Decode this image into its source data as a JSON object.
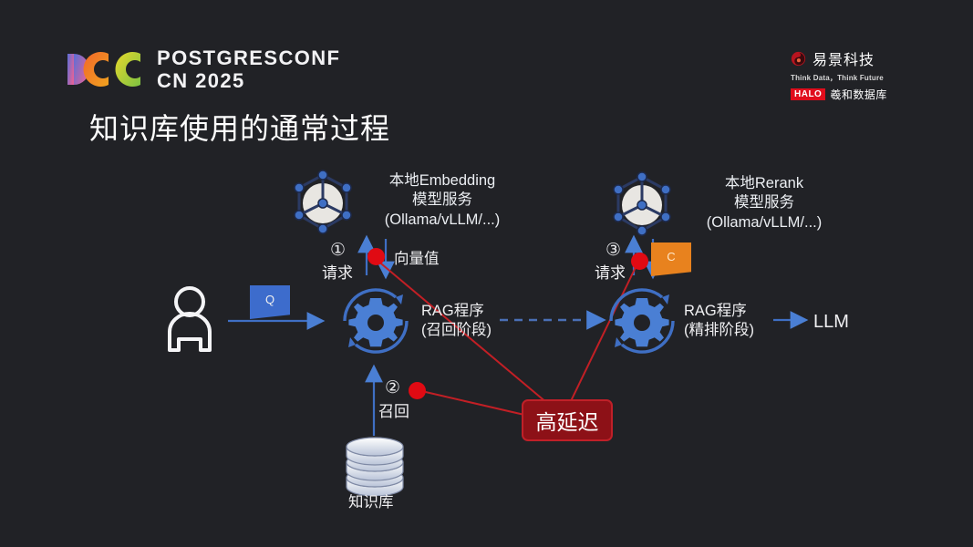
{
  "slide": {
    "background": "#212226",
    "title": "知识库使用的通常过程"
  },
  "brand": {
    "conference_line1": "POSTGRESCONF",
    "conference_line2": "CN 2025",
    "logo_colors": [
      "#5a6fd8",
      "#e0639a",
      "#f2672a",
      "#f0a21f",
      "#cfd42a",
      "#8cc63f"
    ]
  },
  "vendor": {
    "name": "易景科技",
    "tagline": "Think Data，Think Future",
    "badge": "HALO",
    "product": "羲和数据库",
    "badge_color": "#e00d1c"
  },
  "diagram": {
    "embedding_service": "本地Embedding\n模型服务\n(Ollama/vLLM/...)",
    "rerank_service": "本地Rerank\n模型服务\n(Ollama/vLLM/...)",
    "step1_num": "①",
    "step1_word": "请求",
    "vector_label": "向量值",
    "step3_num": "③",
    "step3_word": "请求",
    "step2_num": "②",
    "step2_word": "召回",
    "flag_q": "Q",
    "flag_c": "C",
    "rag_recall": "RAG程序\n(召回阶段)",
    "rag_rerank": "RAG程序\n(精排阶段)",
    "llm": "LLM",
    "knowledge_base": "知识库",
    "latency": "高延迟",
    "accent_blue": "#4a7fd4",
    "accent_red": "#e00a13",
    "latency_fill": "#8d1117"
  }
}
